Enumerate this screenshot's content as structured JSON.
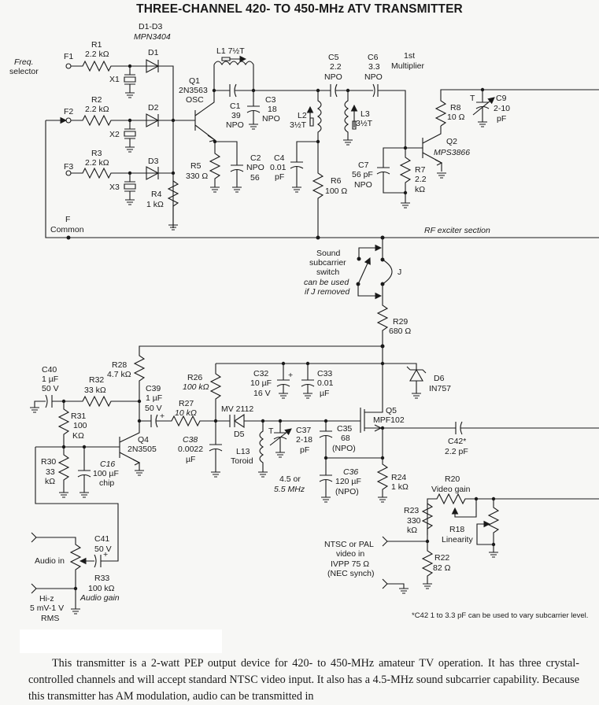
{
  "title": "THREE-CHANNEL 420- TO 450-MHz ATV TRANSMITTER",
  "labels": {
    "d1d3": "D1-D3",
    "d1d3_part": "MPN3404",
    "freq1": "Freq.",
    "freq2": "selector",
    "f1": "F1",
    "f2": "F2",
    "f3": "F3",
    "r1": "R1",
    "r1v": "2.2 kΩ",
    "r2": "R2",
    "r2v": "2.2 kΩ",
    "r3": "R3",
    "r3v": "2.2 kΩ",
    "d1": "D1",
    "d2": "D2",
    "d3": "D3",
    "x1": "X1",
    "x2": "X2",
    "x3": "X3",
    "r4": "R4",
    "r4v": "1 kΩ",
    "f": "F",
    "common": "Common",
    "q1": "Q1",
    "q1p": "2N3563",
    "q1f": "OSC",
    "l1": "L1 7½T",
    "c1": "C1",
    "c1v": "39",
    "c1t": "NPO",
    "c3": "C3",
    "c3v": "18",
    "c3t": "NPO",
    "r5": "R5",
    "r5v": "330 Ω",
    "c2": "C2",
    "c2t": "NPO",
    "c2v": "56",
    "c4": "C4",
    "c4v": "0.01",
    "c4u": "pF",
    "l2": "L2",
    "l2v": "3½T",
    "l3": "L3",
    "l3v": "3½T",
    "c5": "C5",
    "c5v": "2.2",
    "c5t": "NPO",
    "c6": "C6",
    "c6v": "3.3",
    "c6t": "NPO",
    "mult1": "1st",
    "mult2": "Multiplier",
    "r6": "R6",
    "r6v": "100 Ω",
    "c7": "C7",
    "c7v": "56 pF",
    "c7t": "NPO",
    "r7": "R7",
    "r7v": "2.2",
    "r7u": "kΩ",
    "r8": "R8",
    "r8v": "10 Ω",
    "q2": "Q2",
    "q2p": "MPS3866",
    "c9": "C9",
    "c9v": "2-10",
    "c9u": "pF",
    "t": "T",
    "rf": "RF exciter section",
    "sw1": "Sound",
    "sw2": "subcarrier",
    "sw3": "switch",
    "sw4": "can be used",
    "sw5": "if J removed",
    "j": "J",
    "r29": "R29",
    "r29v": "680 Ω",
    "r28": "R28",
    "r28v": "4.7 kΩ",
    "c40": "C40",
    "c40v": "1 µF",
    "c40u": "50 V",
    "r32": "R32",
    "r32v": "33 kΩ",
    "c39": "C39",
    "c39v": "1 µF",
    "c39u": "50 V",
    "r31": "R31",
    "r31v": "100",
    "r31u": "KΩ",
    "q4": "Q4",
    "q4p": "2N3505",
    "r30": "R30",
    "r30v": "33",
    "r30u": "kΩ",
    "c16": "C16",
    "c16v": "100 µF",
    "c16t": "chip",
    "r26": "R26",
    "r26v": "100 kΩ",
    "r27": "R27",
    "r27v": "10 kΩ",
    "c38": "C38",
    "c38v": "0.0022",
    "c38u": "µF",
    "mv": "MV 2112",
    "d5": "D5",
    "l13": "L13",
    "l13t": "Toroid",
    "c32": "C32",
    "c32v": "10 µF",
    "c32u": "16 V",
    "c33": "C33",
    "c33v": "0.01",
    "c33u": "µF",
    "c37": "C37",
    "c37v": "2-18",
    "c37u": "pF",
    "c35": "C35",
    "c35v": "68",
    "c35t": "(NPO)",
    "c36": "C36",
    "c36v": "120 µF",
    "c36t": "(NPO)",
    "freq45": "4.5 or",
    "freq55": "5.5 MHz",
    "d6": "D6",
    "d6p": "IN757",
    "q5": "Q5",
    "q5p": "MPF102",
    "c42": "C42*",
    "c42v": "2.2 pF",
    "r24": "R24",
    "r24v": "1 kΩ",
    "r20": "R20",
    "r20t": "Video gain",
    "r23": "R23",
    "r23v": "330",
    "r23u": "kΩ",
    "r18": "R18",
    "r18t": "Linearity",
    "r22": "R22",
    "r22v": "82 Ω",
    "vid1": "NTSC or PAL",
    "vid2": "video in",
    "vid3": "IVPP 75 Ω",
    "vid4": "(NEC synch)",
    "c41": "C41",
    "c41v": "50 V",
    "audio": "Audio in",
    "r33": "R33",
    "r33v": "100 kΩ",
    "r33t": "Audio gain",
    "hiz1": "Hi-z",
    "hiz2": "5 mV-1 V",
    "hiz3": "RMS",
    "footnote": "*C42 1 to 3.3 pF can be used to vary subcarrier level.",
    "plus": "+"
  },
  "body_text": "This transmitter is a 2-watt PEP output device for 420- to 450-MHz amateur TV operation. It has three crystal-controlled channels and will accept standard NTSC video input. It also has a 4.5-MHz sound subcarrier capability. Because this transmitter has AM modulation, audio can be transmitted in"
}
